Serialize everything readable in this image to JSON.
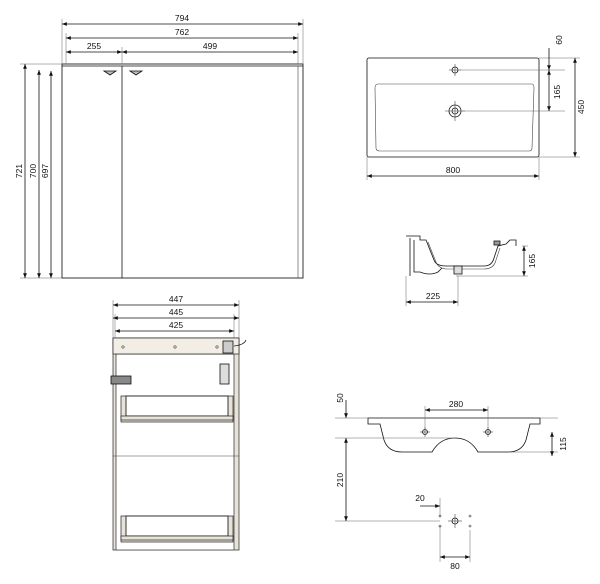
{
  "front_view": {
    "dims": {
      "total_width": "794",
      "inner_width": "762",
      "left_door": "255",
      "right_door": "499",
      "height_total": "721",
      "height_700": "700",
      "height_697": "697"
    }
  },
  "top_view": {
    "dims": {
      "width": "800",
      "depth": "450",
      "tap_offset": "60",
      "drain_offset": "165"
    }
  },
  "section_view": {
    "dims": {
      "height": "165",
      "depth": "225"
    }
  },
  "side_view": {
    "dims": {
      "d447": "447",
      "d445": "445",
      "d425": "425"
    }
  },
  "back_view": {
    "dims": {
      "mount_spacing": "280",
      "top_offset": "50",
      "height_210": "210",
      "height_115": "115"
    }
  },
  "hole_detail": {
    "dims": {
      "d20": "20",
      "d80": "80"
    }
  }
}
